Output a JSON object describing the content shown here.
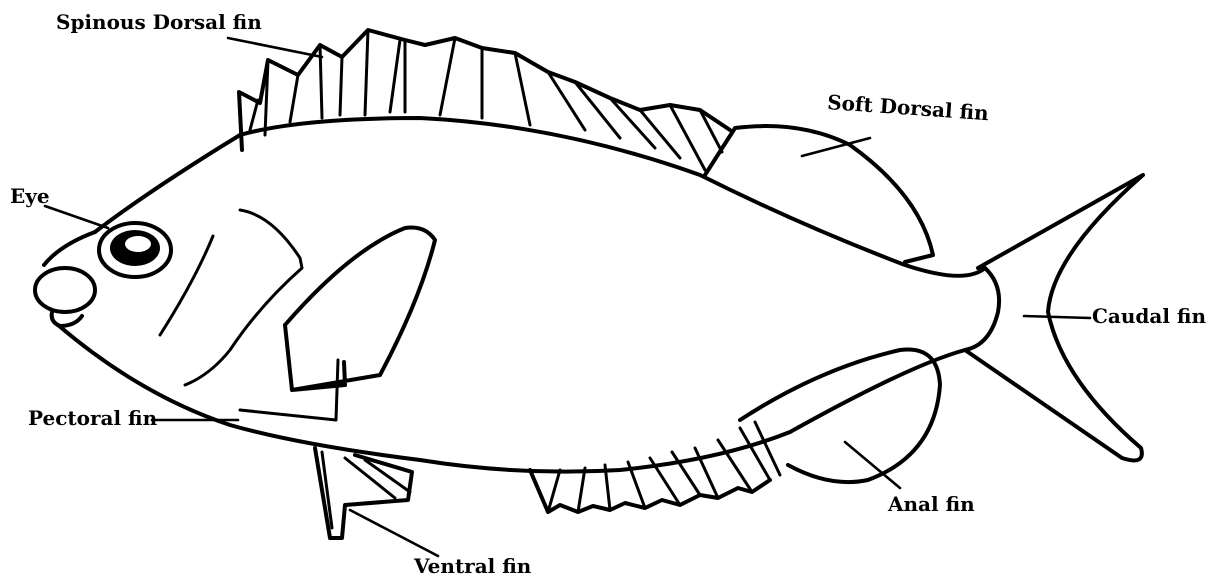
{
  "diagram": {
    "labels": {
      "spinous_dorsal_fin": "Spinous Dorsal fin",
      "soft_dorsal_fin": "Soft Dorsal fin",
      "eye": "Eye",
      "caudal_fin": "Caudal fin",
      "pectoral_fin": "Pectoral fin",
      "anal_fin": "Anal fin",
      "ventral_fin": "Ventral fin"
    },
    "colors": {
      "ink": "#000000",
      "background": "#ffffff"
    }
  }
}
